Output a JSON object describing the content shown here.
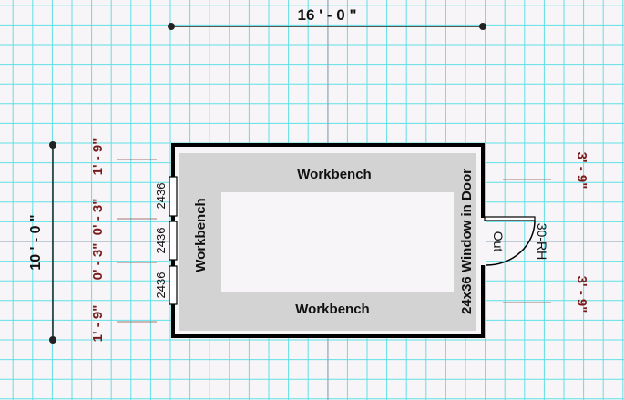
{
  "dimensions": {
    "width": "16 ' - 0 \"",
    "height": "10 ' - 0 \"",
    "left_segments": [
      "1' - 9\"",
      "0' - 3\"",
      "0' - 3\"",
      "1' - 9\""
    ],
    "right_segments": [
      "3' - 9\"",
      "3' - 9\""
    ]
  },
  "windows": [
    "2436",
    "2436",
    "2436"
  ],
  "workbenches": {
    "top": "Workbench",
    "left": "Workbench",
    "bottom": "Workbench"
  },
  "door_window": "24x36 Window in Door",
  "door": {
    "label": "30-RH",
    "swing": "Out"
  },
  "colors": {
    "grid": "#5fe0e6",
    "dim_text": "#7a1a1a",
    "bench": "#d3d3d3",
    "wall": "#000000"
  }
}
